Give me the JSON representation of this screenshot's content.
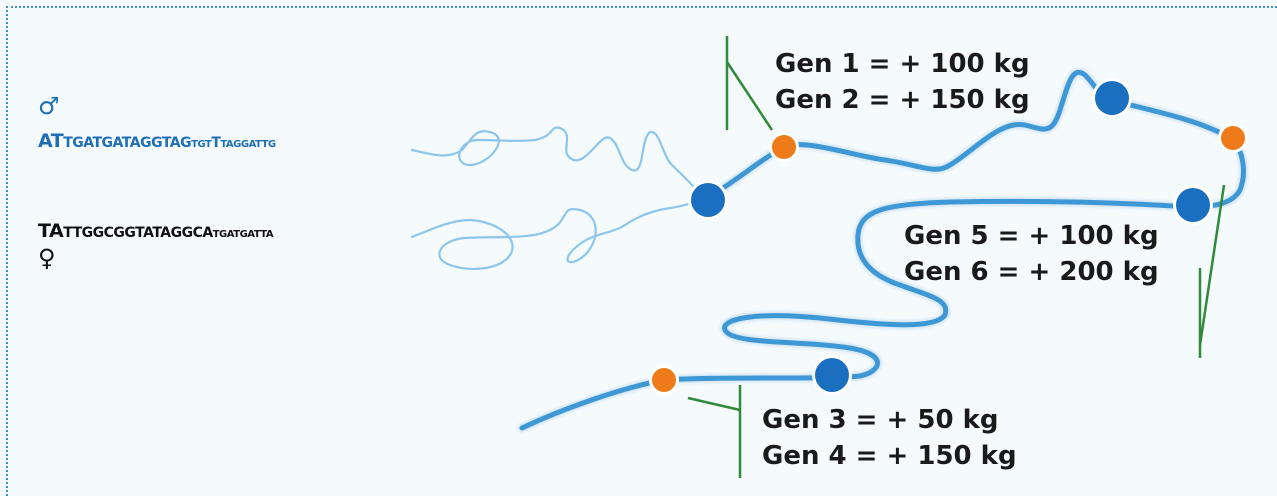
{
  "colors": {
    "background": "#f5fafd",
    "border": "#4a90c8",
    "strand": "#4aa0d8",
    "strand_light": "#8cc6ec",
    "node_blue": "#1a6fc0",
    "node_orange": "#ee7a1a",
    "bracket": "#2f8a3a",
    "male_text": "#1f6fb6",
    "female_text": "#111111"
  },
  "parents": {
    "male": {
      "symbol": "♂",
      "sequence_parts": [
        {
          "text": "AT",
          "size": "big"
        },
        {
          "text": "TGAT",
          "size": "mid"
        },
        {
          "text": "GATAGG",
          "size": "mid"
        },
        {
          "text": "TAG",
          "size": "mid"
        },
        {
          "text": "TGT",
          "size": "small"
        },
        {
          "text": "T",
          "size": "mid"
        },
        {
          "text": "TAGG",
          "size": "small"
        },
        {
          "text": "ATTG",
          "size": "small"
        }
      ]
    },
    "female": {
      "symbol": "♀",
      "sequence_parts": [
        {
          "text": "TA",
          "size": "big"
        },
        {
          "text": "TTGG",
          "size": "mid"
        },
        {
          "text": "CGGT",
          "size": "mid"
        },
        {
          "text": "ATAGG",
          "size": "mid"
        },
        {
          "text": "CA",
          "size": "mid"
        },
        {
          "text": "TGAT",
          "size": "small"
        },
        {
          "text": "GATTA",
          "size": "small"
        }
      ]
    }
  },
  "generations": [
    {
      "line1": "Gen 1 = + 100 kg",
      "line2": "Gen 2 = + 150 kg"
    },
    {
      "line1": "Gen 5 = + 100 kg",
      "line2": "Gen 6 = + 200 kg"
    },
    {
      "line1": "Gen 3 = + 50 kg",
      "line2": "Gen 4 = + 150 kg"
    }
  ]
}
